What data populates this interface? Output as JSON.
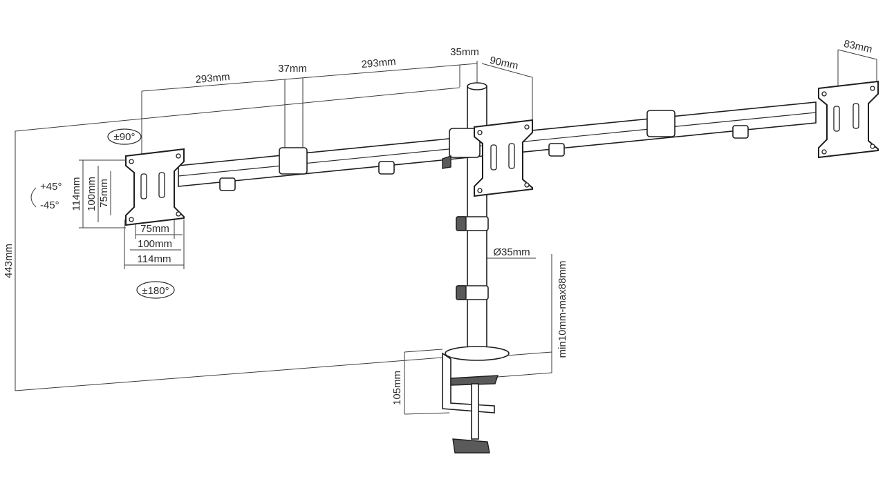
{
  "dimensions": {
    "arm_segment_left": "293mm",
    "clamp_spacing": "37mm",
    "arm_segment_right": "293mm",
    "pole_offset": "35mm",
    "arm_depth": "90mm",
    "plate_depth": "83mm",
    "total_height": "443mm",
    "vesa_114_v": "114mm",
    "vesa_100_v": "100mm",
    "vesa_75_v": "75mm",
    "vesa_75_h": "75mm",
    "vesa_100_h": "100mm",
    "vesa_114_h": "114mm",
    "pole_diameter": "Ø35mm",
    "desk_thickness": "min10mm-max88mm",
    "clamp_height": "105mm"
  },
  "rotations": {
    "tilt_badge": "±90°",
    "tilt_up": "+45°",
    "tilt_down": "-45°",
    "rotate_badge": "±180°"
  }
}
